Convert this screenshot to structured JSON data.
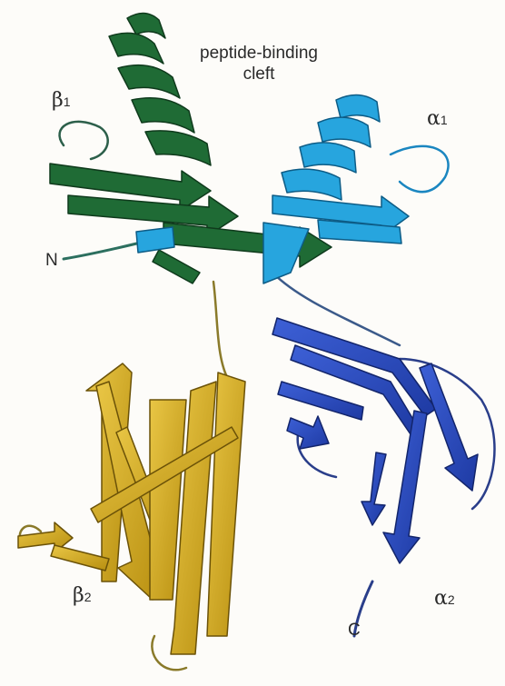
{
  "labels": {
    "cleft_line1": "peptide-binding",
    "cleft_line2": "cleft",
    "beta1": {
      "sym": "β",
      "sub": "1"
    },
    "alpha1": {
      "sym": "α",
      "sub": "1"
    },
    "beta2": {
      "sym": "β",
      "sub": "2"
    },
    "alpha2": {
      "sym": "α",
      "sub": "2"
    },
    "n_term": "N",
    "c_term": "C"
  },
  "colors": {
    "beta1_domain": "#1f6b35",
    "alpha1_domain": "#27a5de",
    "alpha2_domain": "#2746b8",
    "beta2_domain": "#d4ad1f",
    "backbone": "#3f5c78",
    "background": "#fdfcf9"
  }
}
